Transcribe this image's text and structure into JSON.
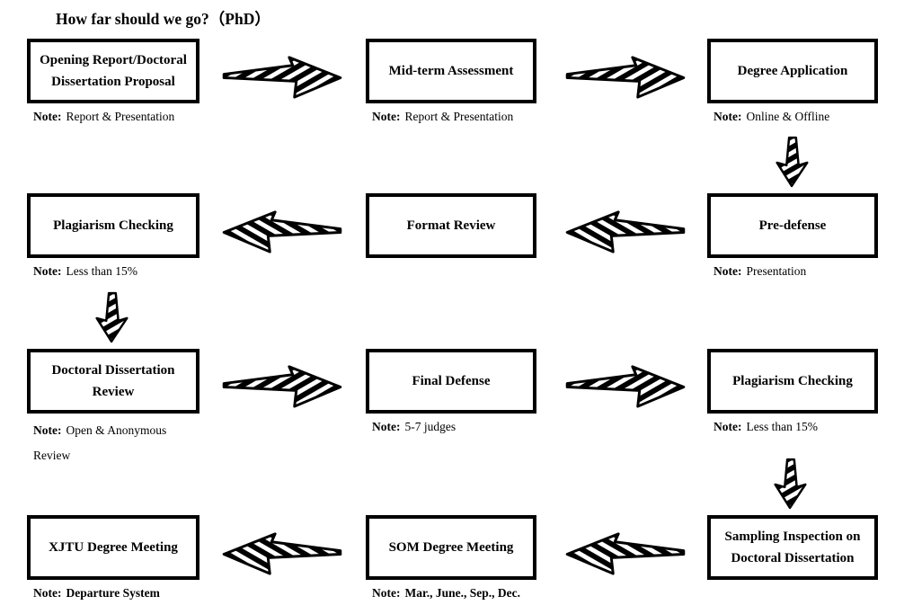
{
  "title": "How far should we go?（PhD）",
  "colors": {
    "ink": "#000000",
    "background": "#ffffff"
  },
  "rows": [
    {
      "boxes": [
        {
          "label": "Opening Report/Doctoral Dissertation Proposal",
          "note_label": "Note:",
          "note_text": "Report & Presentation"
        },
        {
          "label": "Mid-term Assessment",
          "note_label": "Note:",
          "note_text": "Report & Presentation"
        },
        {
          "label": "Degree Application",
          "note_label": "Note:",
          "note_text": "Online & Offline"
        }
      ]
    },
    {
      "boxes": [
        {
          "label": "Plagiarism Checking",
          "note_label": "Note:",
          "note_text": "Less than 15%"
        },
        {
          "label": "Format Review"
        },
        {
          "label": "Pre-defense",
          "note_label": "Note:",
          "note_text": "Presentation"
        }
      ]
    },
    {
      "boxes": [
        {
          "label": "Doctoral Dissertation Review",
          "note_label": "Note:",
          "note_text": "Open & Anonymous Review"
        },
        {
          "label": "Final Defense",
          "note_label": "Note:",
          "note_text": "5-7 judges"
        },
        {
          "label": "Plagiarism Checking",
          "note_label": "Note:",
          "note_text": "Less than 15%"
        }
      ]
    },
    {
      "boxes": [
        {
          "label": "XJTU Degree Meeting",
          "note_label": "Note:",
          "note_text": "Departure System"
        },
        {
          "label": "SOM Degree Meeting",
          "note_label": "Note:",
          "note_text": "Mar., June., Sep., Dec."
        },
        {
          "label": "Sampling Inspection on Doctoral Dissertation"
        }
      ]
    }
  ],
  "arrow_icons": {
    "right": "hand-drawn striped arrow pointing right",
    "left": "hand-drawn striped arrow pointing left",
    "down": "hand-drawn striped arrow pointing down"
  }
}
